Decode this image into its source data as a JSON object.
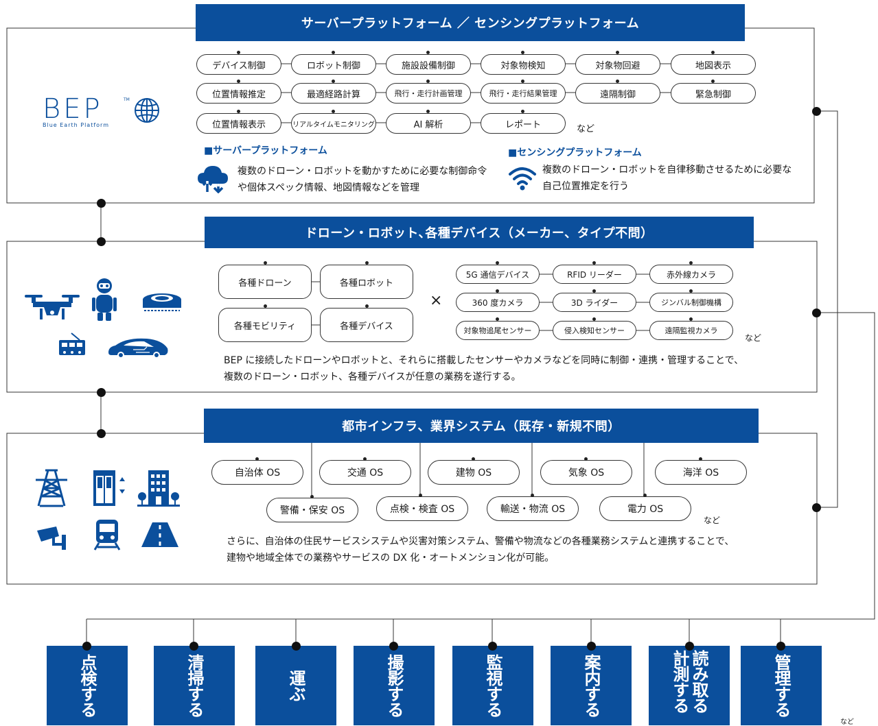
{
  "platform": {
    "title": "サーバープラットフォーム ／ センシングプラットフォーム",
    "logo_text": "BEP",
    "logo_tm": "TM",
    "logo_sub": "Blue Earth Platform",
    "features": [
      "デバイス制御",
      "ロボット制御",
      "施設設備制御",
      "対象物検知",
      "対象物回避",
      "地図表示",
      "位置情報推定",
      "最適経路計算",
      "飛行・走行計画管理",
      "飛行・走行結果管理",
      "遠隔制御",
      "緊急制御",
      "位置情報表示",
      "リアルタイムモニタリング",
      "AI 解析",
      "レポート"
    ],
    "etc": "など",
    "server_head": "■サーバープラットフォーム",
    "server_desc": [
      "複数のドローン・ロボットを動かすために必要な制御命令",
      "や個体スペック情報、地図情報などを管理"
    ],
    "sensing_head": "■センシングプラットフォーム",
    "sensing_desc": [
      "複数のドローン・ロボットを自律移動させるために必要な",
      "自己位置推定を行う"
    ]
  },
  "devices": {
    "title": "ドローン・ロボット､各種デバイス（メーカー、タイプ不問）",
    "types": [
      "各種ドローン",
      "各種ロボット",
      "各種モビリティ",
      "各種デバイス"
    ],
    "times": "×",
    "sensors": [
      "5G 通信デバイス",
      "RFID リーダー",
      "赤外線カメラ",
      "360 度カメラ",
      "3D ライダー",
      "ジンバル制御機構",
      "対象物追尾センサー",
      "侵入検知センサー",
      "遠隔監視カメラ"
    ],
    "etc": "など",
    "desc": [
      "BEP に接続したドローンやロボットと、それらに搭載したセンサーやカメラなどを同時に制御・連携・管理することで、",
      "複数のドローン・ロボット、各種デバイスが任意の業務を遂行する。"
    ]
  },
  "infra": {
    "title": "都市インフラ、業界システム（既存・新規不問）",
    "systems": [
      "自治体 OS",
      "交通 OS",
      "建物 OS",
      "気象 OS",
      "海洋 OS",
      "警備・保安 OS",
      "点検・検査 OS",
      "輸送・物流 OS",
      "電力 OS"
    ],
    "etc": "など",
    "desc": [
      "さらに、自治体の住民サービスシステムや災害対策システム、警備や物流などの各種業務システムと連携することで、",
      "建物や地域全体での業務やサービスの DX 化・オートメンション化が可能。"
    ]
  },
  "actions": [
    "点検する",
    "清掃する",
    "運ぶ",
    "撮影する",
    "監視する",
    "案内する",
    "読み取る計測する",
    "管理する"
  ],
  "actions_etc": "など",
  "colors": {
    "brand_blue": "#0b4f9c",
    "line": "#333333"
  }
}
